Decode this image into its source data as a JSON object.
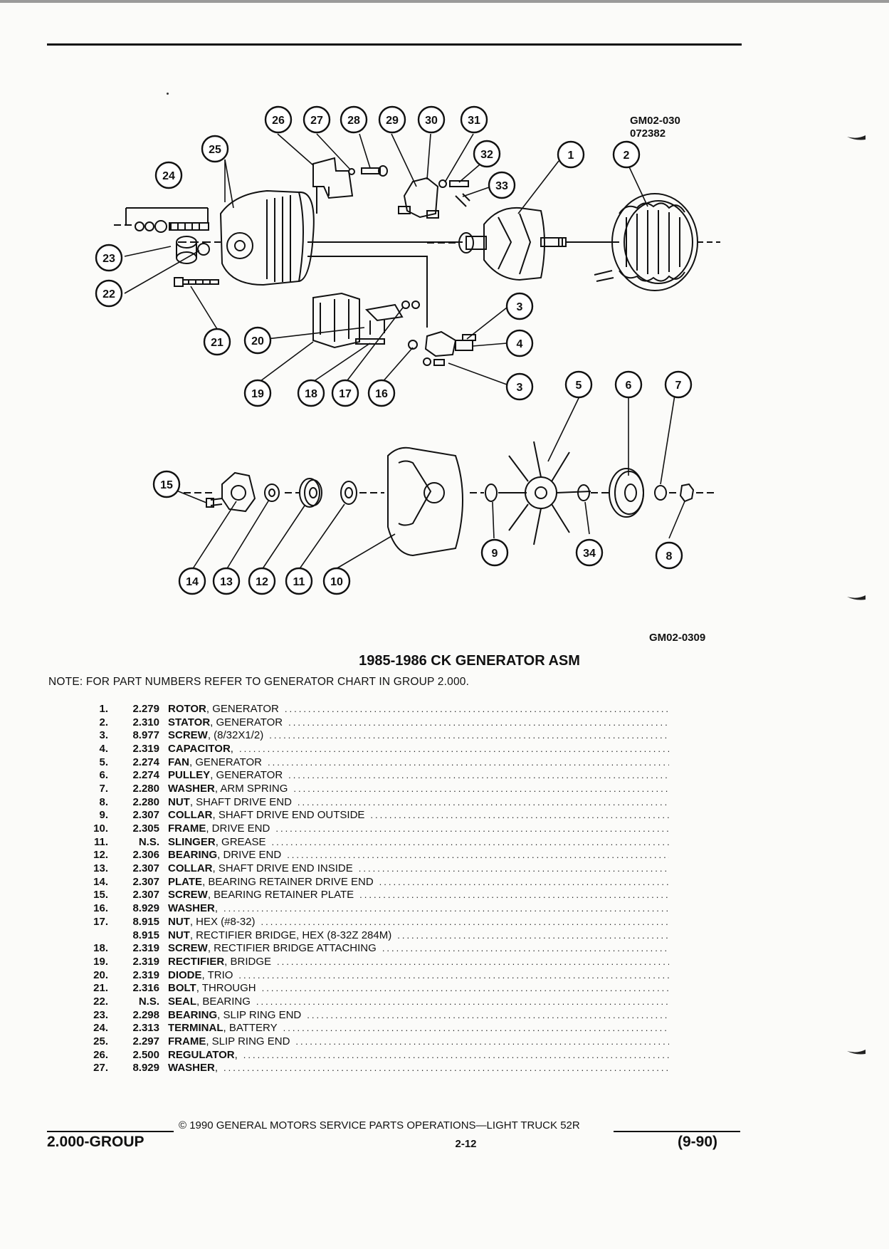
{
  "figure": {
    "code_top": "GM02-030",
    "date_code": "072382",
    "code_bottom": "GM02-0309",
    "callouts": [
      "1",
      "2",
      "3",
      "4",
      "3",
      "5",
      "6",
      "7",
      "8",
      "9",
      "10",
      "11",
      "12",
      "13",
      "14",
      "15",
      "16",
      "17",
      "18",
      "19",
      "20",
      "21",
      "22",
      "23",
      "24",
      "25",
      "26",
      "27",
      "28",
      "29",
      "30",
      "31",
      "32",
      "33",
      "34"
    ]
  },
  "title": "1985-1986 CK GENERATOR ASM",
  "note": "NOTE: FOR PART NUMBERS REFER TO GENERATOR CHART IN GROUP 2.000.",
  "parts": [
    {
      "num": "1.",
      "code": "2.279",
      "name": "ROTOR",
      "desc": ", GENERATOR"
    },
    {
      "num": "2.",
      "code": "2.310",
      "name": "STATOR",
      "desc": ", GENERATOR"
    },
    {
      "num": "3.",
      "code": "8.977",
      "name": "SCREW",
      "desc": ", (8/32X1/2)"
    },
    {
      "num": "4.",
      "code": "2.319",
      "name": "CAPACITOR",
      "desc": ","
    },
    {
      "num": "5.",
      "code": "2.274",
      "name": "FAN",
      "desc": ", GENERATOR"
    },
    {
      "num": "6.",
      "code": "2.274",
      "name": "PULLEY",
      "desc": ", GENERATOR"
    },
    {
      "num": "7.",
      "code": "2.280",
      "name": "WASHER",
      "desc": ", ARM SPRING"
    },
    {
      "num": "8.",
      "code": "2.280",
      "name": "NUT",
      "desc": ", SHAFT DRIVE END"
    },
    {
      "num": "9.",
      "code": "2.307",
      "name": "COLLAR",
      "desc": ", SHAFT DRIVE END OUTSIDE"
    },
    {
      "num": "10.",
      "code": "2.305",
      "name": "FRAME",
      "desc": ", DRIVE END"
    },
    {
      "num": "11.",
      "code": "N.S.",
      "name": "SLINGER",
      "desc": ", GREASE"
    },
    {
      "num": "12.",
      "code": "2.306",
      "name": "BEARING",
      "desc": ", DRIVE END"
    },
    {
      "num": "13.",
      "code": "2.307",
      "name": "COLLAR",
      "desc": ", SHAFT DRIVE END INSIDE"
    },
    {
      "num": "14.",
      "code": "2.307",
      "name": "PLATE",
      "desc": ", BEARING RETAINER DRIVE END"
    },
    {
      "num": "15.",
      "code": "2.307",
      "name": "SCREW",
      "desc": ", BEARING RETAINER PLATE"
    },
    {
      "num": "16.",
      "code": "8.929",
      "name": "WASHER",
      "desc": ","
    },
    {
      "num": "17.",
      "code": "8.915",
      "name": "NUT",
      "desc": ", HEX (#8-32)"
    },
    {
      "num": "",
      "code": "8.915",
      "name": "NUT",
      "desc": ", RECTIFIER BRIDGE, HEX (8-32Z 284M)"
    },
    {
      "num": "18.",
      "code": "2.319",
      "name": "SCREW",
      "desc": ", RECTIFIER BRIDGE ATTACHING"
    },
    {
      "num": "19.",
      "code": "2.319",
      "name": "RECTIFIER",
      "desc": ", BRIDGE"
    },
    {
      "num": "20.",
      "code": "2.319",
      "name": "DIODE",
      "desc": ", TRIO"
    },
    {
      "num": "21.",
      "code": "2.316",
      "name": "BOLT",
      "desc": ", THROUGH"
    },
    {
      "num": "22.",
      "code": "N.S.",
      "name": "SEAL",
      "desc": ", BEARING"
    },
    {
      "num": "23.",
      "code": "2.298",
      "name": "BEARING",
      "desc": ", SLIP RING END"
    },
    {
      "num": "24.",
      "code": "2.313",
      "name": "TERMINAL",
      "desc": ", BATTERY"
    },
    {
      "num": "25.",
      "code": "2.297",
      "name": "FRAME",
      "desc": ", SLIP RING END"
    },
    {
      "num": "26.",
      "code": "2.500",
      "name": "REGULATOR",
      "desc": ","
    },
    {
      "num": "27.",
      "code": "8.929",
      "name": "WASHER",
      "desc": ","
    }
  ],
  "footer": {
    "copyright": "© 1990 GENERAL MOTORS SERVICE PARTS OPERATIONS—LIGHT TRUCK 52R",
    "group": "2.000-GROUP",
    "page": "2-12",
    "revision": "(9-90)"
  }
}
